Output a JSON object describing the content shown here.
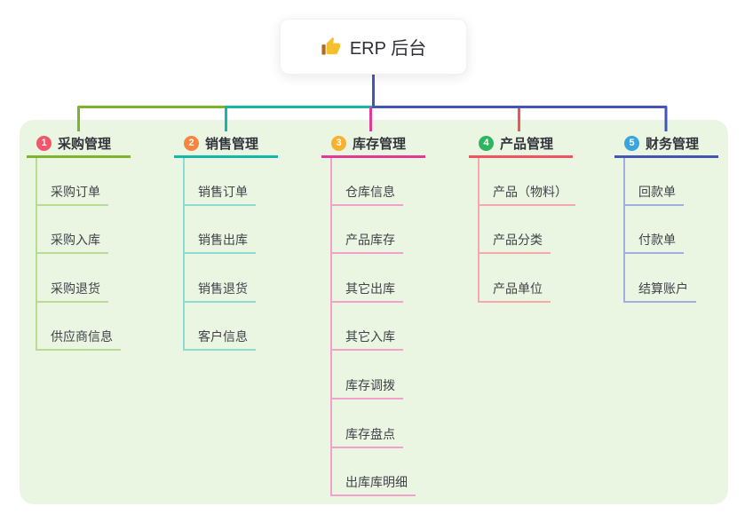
{
  "root": {
    "label": "ERP 后台",
    "icon": "thumbs-up-icon"
  },
  "branches": [
    {
      "num": "1",
      "label": "采购管理",
      "badge_color": "#f2566a",
      "line_color": "#7cb52d",
      "child_line_color": "#b8dc94",
      "children": [
        "采购订单",
        "采购入库",
        "采购退货",
        "供应商信息"
      ]
    },
    {
      "num": "2",
      "label": "销售管理",
      "badge_color": "#f58540",
      "line_color": "#14b8aa",
      "child_line_color": "#8adcd4",
      "children": [
        "销售订单",
        "销售出库",
        "销售退货",
        "客户信息"
      ]
    },
    {
      "num": "3",
      "label": "库存管理",
      "badge_color": "#f8b12f",
      "line_color": "#e13a97",
      "child_line_color": "#f2a1cb",
      "children": [
        "仓库信息",
        "产品库存",
        "其它出库",
        "其它入库",
        "库存调拨",
        "库存盘点",
        "出库库明细"
      ]
    },
    {
      "num": "4",
      "label": "产品管理",
      "badge_color": "#2eb45f",
      "line_color": "#f0545c",
      "child_line_color": "#f7a8ad",
      "children": [
        "产品（物料）",
        "产品分类",
        "产品单位"
      ]
    },
    {
      "num": "5",
      "label": "财务管理",
      "badge_color": "#3aa4dc",
      "line_color": "#4456b4",
      "child_line_color": "#9fafdf",
      "children": [
        "回款单",
        "付款单",
        "结算账户"
      ]
    }
  ],
  "colors": {
    "panel_bg": "#eaf6e2",
    "root_connector": "#4456b4",
    "thumb_yellow": "#f5c02e",
    "thumb_cuff": "#b06a28"
  }
}
